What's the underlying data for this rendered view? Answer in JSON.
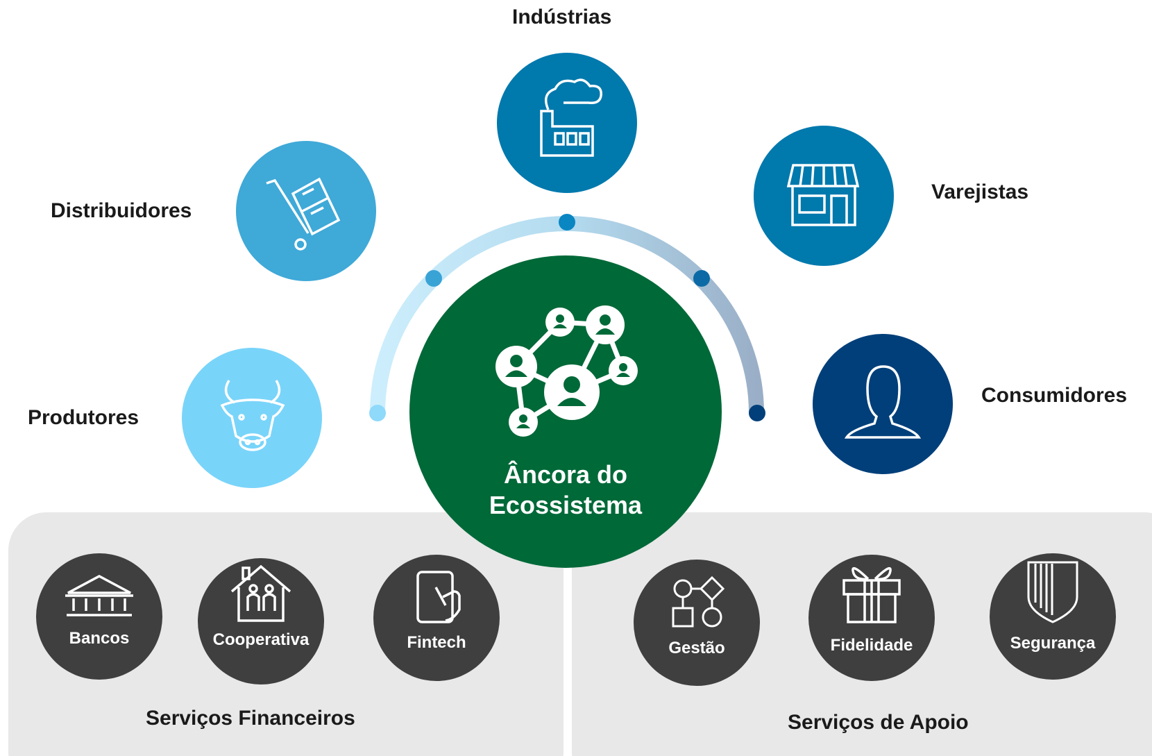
{
  "diagram": {
    "center": {
      "line1": "Âncora do",
      "line2": "Ecossistema"
    },
    "stakeholders": {
      "industrias": "Indústrias",
      "distribuidores": "Distribuidores",
      "varejistas": "Varejistas",
      "produtores": "Produtores",
      "consumidores": "Consumidores"
    },
    "financial_panel": {
      "title": "Serviços Financeiros",
      "items": [
        "Bancos",
        "Cooperativa",
        "Fintech"
      ]
    },
    "support_panel": {
      "title": "Serviços de Apoio",
      "items": [
        "Gestão",
        "Fidelidade",
        "Segurança"
      ]
    },
    "icons": {
      "industrias": "factory-icon",
      "distribuidores": "hand-truck-icon",
      "varejistas": "storefront-icon",
      "produtores": "bull-icon",
      "consumidores": "person-icon",
      "center": "network-people-icon",
      "bancos": "bank-icon",
      "cooperativa": "house-people-icon",
      "fintech": "tablet-touch-icon",
      "gestao": "flowchart-icon",
      "fidelidade": "gift-icon",
      "seguranca": "shield-icon"
    },
    "colors": {
      "industrias": "#0079ad",
      "distribuidores": "#3fa9d8",
      "varejistas": "#0079ad",
      "produtores": "#79d4fa",
      "consumidores": "#003f7a",
      "center": "#006938",
      "service": "#3f3f3f",
      "panel": "#e8e8e8"
    }
  }
}
